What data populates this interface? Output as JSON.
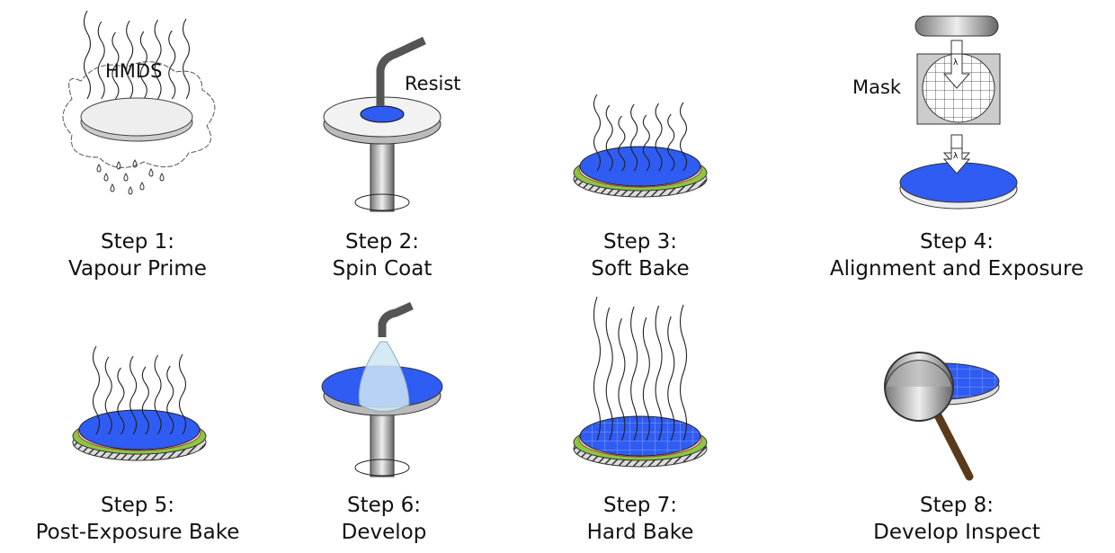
{
  "title": "Photolithography process steps",
  "colors": {
    "resist": "#2f5cf2",
    "plate_green": "#8cc63f",
    "wafer": "#f2f2f2"
  },
  "steps": [
    {
      "step": "Step 1:",
      "name": "Vapour Prime",
      "annotation": "HMDS"
    },
    {
      "step": "Step 2:",
      "name": "Spin Coat",
      "annotation": "Resist"
    },
    {
      "step": "Step 3:",
      "name": "Soft Bake"
    },
    {
      "step": "Step 4:",
      "name": "Alignment and Exposure",
      "annotation": "Mask",
      "symbol": "λ"
    },
    {
      "step": "Step 5:",
      "name": "Post-Exposure Bake"
    },
    {
      "step": "Step 6:",
      "name": "Develop"
    },
    {
      "step": "Step 7:",
      "name": "Hard Bake"
    },
    {
      "step": "Step 8:",
      "name": "Develop Inspect"
    }
  ]
}
